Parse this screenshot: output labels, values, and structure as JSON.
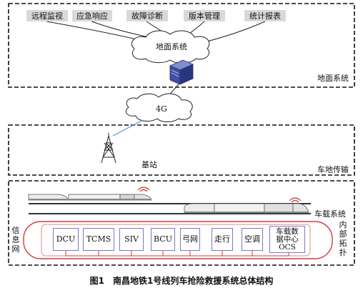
{
  "ground": {
    "functions": [
      "远程监视",
      "应急响应",
      "故障诊断",
      "版本管理",
      "统计报表"
    ],
    "system_cloud_label": "地面系统",
    "section_label": "地面系统"
  },
  "transmission": {
    "network_label": "4G",
    "base_station_label": "基站",
    "section_label": "车地传输"
  },
  "onboard": {
    "section_label": "车载系统",
    "info_net_label": [
      "信",
      "息",
      "网"
    ],
    "topology_label": [
      "内",
      "部",
      "拓",
      "扑"
    ],
    "subsystems": [
      "DCU",
      "TCMS",
      "SIV",
      "BCU",
      "弓网",
      "走行",
      "空调"
    ],
    "center_box": [
      "车载数",
      "据中心",
      "OCS"
    ]
  },
  "caption": "图1　南昌地铁1号线列车抢险救援系统总体结构"
}
